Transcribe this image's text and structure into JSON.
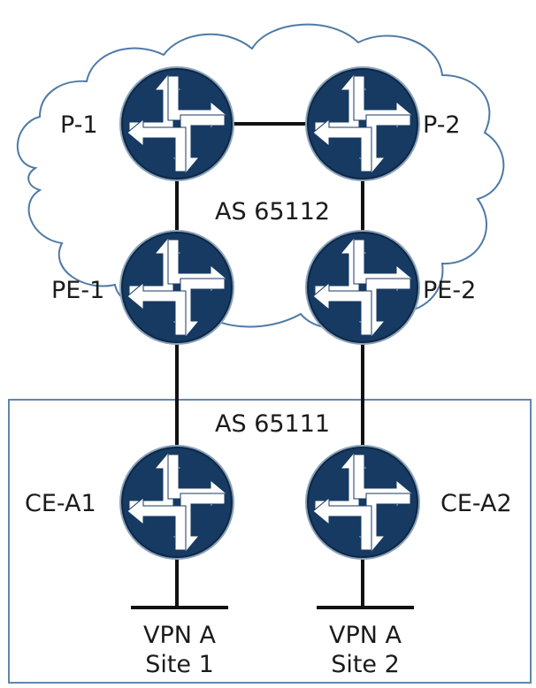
{
  "diagram": {
    "cloud_label": "AS 65112",
    "customer_label": "AS 65111",
    "routers": {
      "p1": "P-1",
      "p2": "P-2",
      "pe1": "PE-1",
      "pe2": "PE-2",
      "ce1": "CE-A1",
      "ce2": "CE-A2"
    },
    "sites": {
      "site1": [
        "VPN A",
        "Site 1"
      ],
      "site2": [
        "VPN A",
        "Site 2"
      ]
    },
    "colors": {
      "router_fill": "#173a63",
      "router_ring": "#8aa3bd",
      "arrow": "#ffffff",
      "box_border": "#5f87ad",
      "cloud_border": "#4f7aa6"
    }
  }
}
